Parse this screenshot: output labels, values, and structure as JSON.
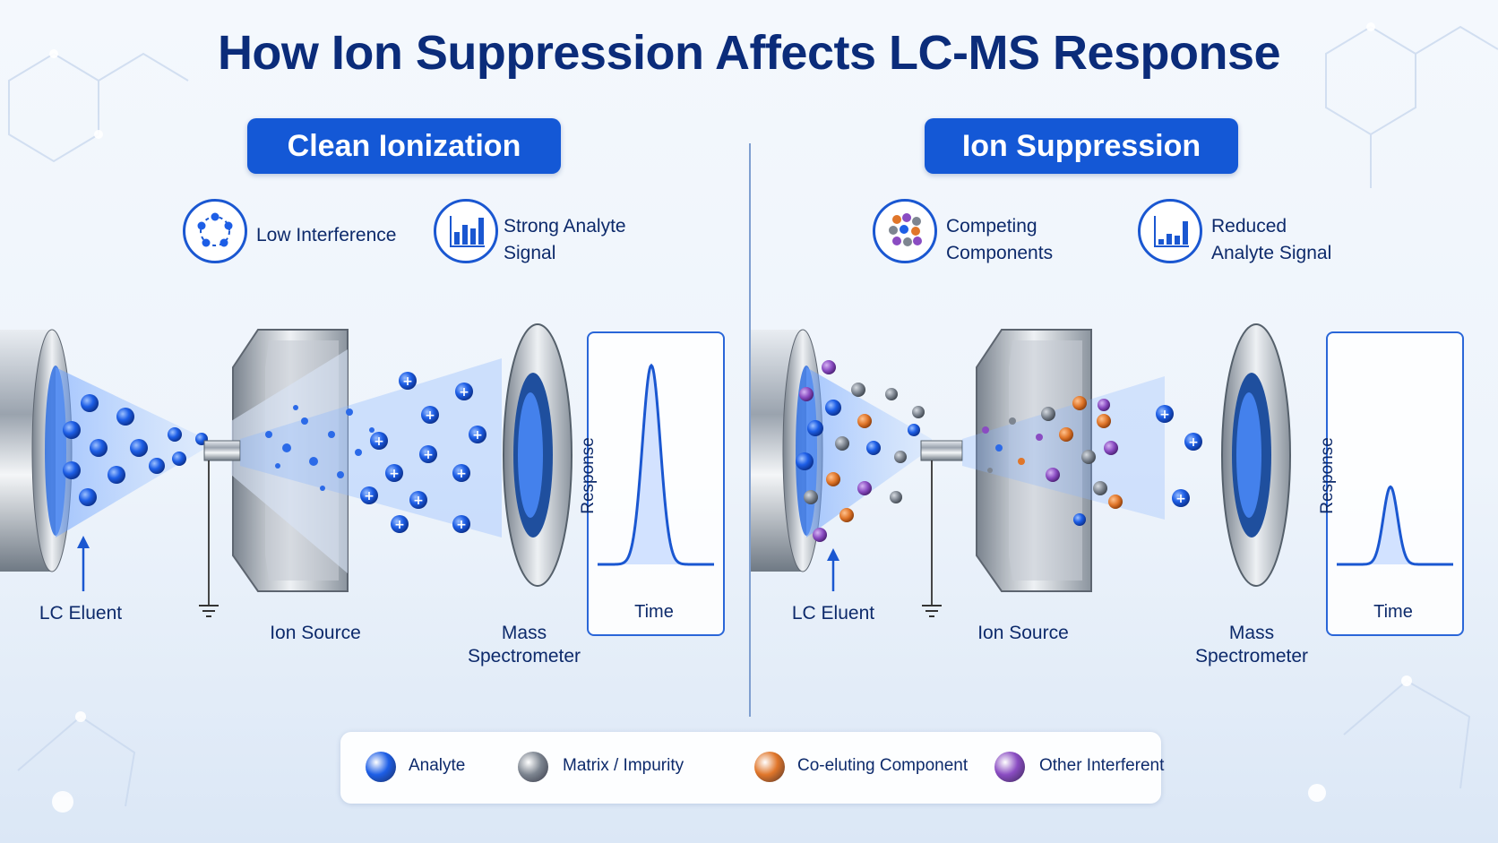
{
  "title": "How Ion Suppression Affects LC-MS Response",
  "left_panel": {
    "label": "Clean Ionization",
    "feature_1": "Low Interference",
    "feature_2_line1": "Strong Analyte",
    "feature_2_line2": "Signal",
    "eluent": "LC Eluent",
    "ion_source": "Ion Source",
    "ms_line1": "Mass",
    "ms_line2": "Spectrometer",
    "y_axis": "Response",
    "x_axis": "Time",
    "peak_relative_height": 1.0
  },
  "right_panel": {
    "label": "Ion Suppression",
    "feature_1_line1": "Competing",
    "feature_1_line2": "Components",
    "feature_2_line1": "Reduced",
    "feature_2_line2": "Analyte Signal",
    "eluent": "LC Eluent",
    "ion_source": "Ion Source",
    "ms_line1": "Mass",
    "ms_line2": "Spectrometer",
    "y_axis": "Response",
    "x_axis": "Time",
    "peak_relative_height": 0.39
  },
  "legend": [
    {
      "label": "Analyte",
      "color": "#1d5ee6"
    },
    {
      "label": "Matrix / Impurity",
      "color": "#7d8590"
    },
    {
      "label": "Co-eluting Component",
      "color": "#e0762a"
    },
    {
      "label": "Other Interferent",
      "color": "#8a4cc2"
    }
  ],
  "colors": {
    "accent": "#1458d6",
    "title": "#0b2c7a",
    "analyte": "#1d5ee6",
    "matrix": "#7d8590",
    "coeluting": "#e0762a",
    "interferent": "#8a4cc2"
  }
}
